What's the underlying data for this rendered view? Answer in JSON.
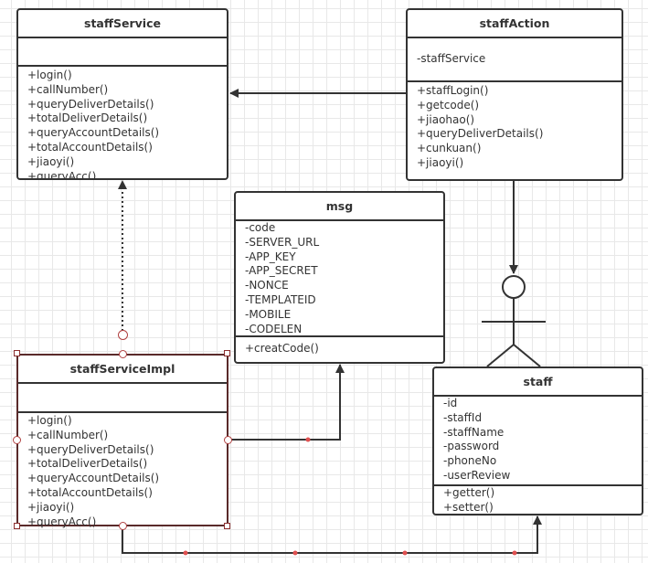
{
  "classes": {
    "staffService": {
      "name": "staffService",
      "attributes": [],
      "methods": [
        "+login()",
        "+callNumber()",
        "+queryDeliverDetails()",
        "+totalDeliverDetails()",
        "+queryAccountDetails()",
        "+totalAccountDetails()",
        "+jiaoyi()",
        "+queryAcc()"
      ]
    },
    "staffAction": {
      "name": "staffAction",
      "attributes": [
        "-staffService"
      ],
      "methods": [
        "+staffLogin()",
        "+getcode()",
        "+jiaohao()",
        "+queryDeliverDetails()",
        "+cunkuan()",
        "+jiaoyi()"
      ]
    },
    "msg": {
      "name": "msg",
      "attributes": [
        "-code",
        "-SERVER_URL",
        "-APP_KEY",
        "-APP_SECRET",
        "-NONCE",
        "-TEMPLATEID",
        "-MOBILE",
        "-CODELEN"
      ],
      "methods": [
        "+creatCode()"
      ]
    },
    "staffServiceImpl": {
      "name": "staffServiceImpl",
      "attributes": [],
      "methods": [
        "+login()",
        "+callNumber()",
        "+queryDeliverDetails()",
        "+totalDeliverDetails()",
        "+queryAccountDetails()",
        "+totalAccountDetails()",
        "+jiaoyi()",
        "+queryAcc()"
      ]
    },
    "staff": {
      "name": "staff",
      "attributes": [
        "-id",
        "-staffId",
        "-staffName",
        "-password",
        "-phoneNo",
        "-userReview"
      ],
      "methods": [
        "+getter()",
        "+setter()"
      ]
    }
  },
  "colors": {
    "line": "#333333",
    "selection": "#8b2e2e",
    "grid": "#e8e8e8"
  }
}
